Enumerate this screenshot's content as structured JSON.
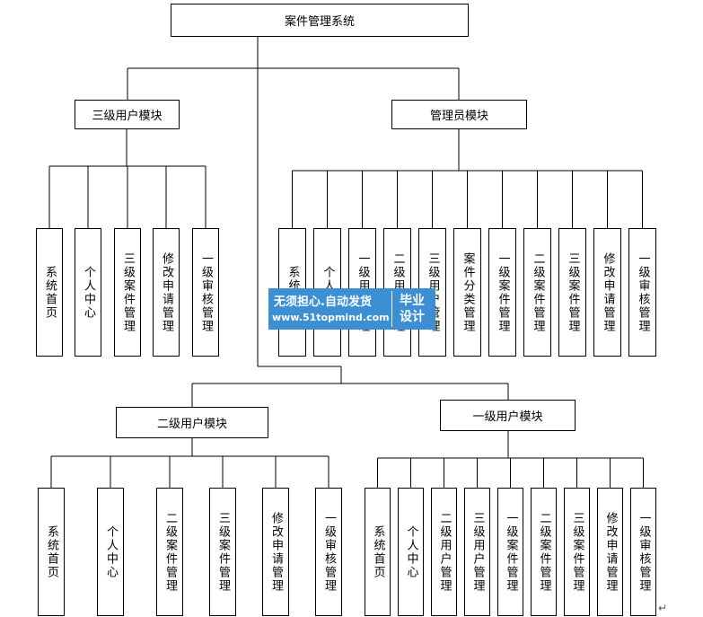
{
  "root": {
    "label": "案件管理系统"
  },
  "modules": {
    "level3": {
      "label": "三级用户模块",
      "children": [
        "系统首页",
        "个人中心",
        "三级案件管理",
        "修改申请管理",
        "一级审核管理"
      ]
    },
    "admin": {
      "label": "管理员模块",
      "children": [
        "系统首页",
        "个人中心",
        "一级用户管理",
        "二级用户管理",
        "三级用户管理",
        "案件分类管理",
        "一级案件管理",
        "二级案件管理",
        "三级案件管理",
        "修改申请管理",
        "一级审核管理"
      ]
    },
    "level2": {
      "label": "二级用户模块",
      "children": [
        "系统首页",
        "个人中心",
        "二级案件管理",
        "三级案件管理",
        "修改申请管理",
        "一级审核管理"
      ]
    },
    "level1": {
      "label": "一级用户模块",
      "children": [
        "系统首页",
        "个人中心",
        "二级用户管理",
        "三级用户管理",
        "一级案件管理",
        "二级案件管理",
        "三级案件管理",
        "修改申请管理",
        "一级审核管理"
      ]
    }
  },
  "watermark": {
    "line1": "无须担心.自动发货",
    "line2": "www.51topmind.com",
    "badge_top": "毕业",
    "badge_bottom": "设计"
  },
  "return_mark": "↵"
}
